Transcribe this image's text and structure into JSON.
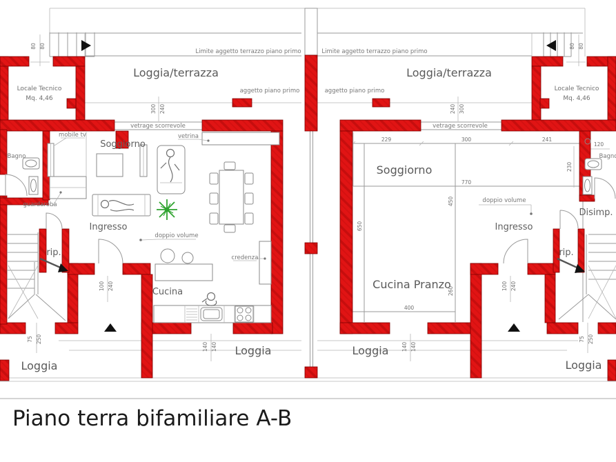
{
  "title": "Piano terra bifamiliare A-B",
  "colors": {
    "wall_red": "#e11414",
    "wall_streak": "#c60e0e",
    "line_gray": "#9a9a9a",
    "label_gray": "#6b6b6b",
    "plant_green": "#2fa330"
  },
  "annotations": {
    "limite_left": "Limite aggetto terrazzo piano primo",
    "limite_right": "Limite aggetto terrazzo piano primo",
    "aggetto_left": "aggetto  piano primo",
    "aggetto_right": "aggetto  piano primo",
    "vetrage_left": "vetrage scorrevole",
    "vetrage_right": "vetrage scorrevole",
    "doppio_left": "doppio volume",
    "doppio_right": "doppio volume",
    "mobile_tv": "mobile tv",
    "vetrina": "vetrina",
    "credenza": "credenza"
  },
  "rooms": {
    "loggia_terrazza_left": "Loggia/terrazza",
    "loggia_terrazza_right": "Loggia/terrazza",
    "locale_tecnico_left_name": "Locale Tecnico",
    "locale_tecnico_left_area": "Mq. 4,46",
    "locale_tecnico_right_name": "Locale Tecnico",
    "locale_tecnico_right_area": "Mq. 4,46",
    "soggiorno_left": "Soggiorno",
    "soggiorno_right": "Soggiorno",
    "bagno_left": "Bagno",
    "bagno_right": "Bagno",
    "guardaroba": "guardaroba",
    "ingresso_left": "Ingresso",
    "ingresso_right": "Ingresso",
    "rip_left": "rip.",
    "rip_right": "rip.",
    "cucina": "Cucina",
    "cucina_pranzo": "Cucina Pranzo",
    "disimp": "Disimp.",
    "loggia_a_center": "Loggia",
    "loggia_a_corner": "Loggia",
    "loggia_b_center": "Loggia",
    "loggia_b_corner": "Loggia"
  },
  "dims": {
    "d80a": "80",
    "d80b": "80",
    "d80c": "80",
    "d80d": "80",
    "d300_left": "300",
    "d240_left": "240",
    "d240_right": "240",
    "d300_right": "300",
    "d229": "229",
    "d300t": "300",
    "d241": "241",
    "d120": "120",
    "d230": "230",
    "d770": "770",
    "d450": "450",
    "d650": "650",
    "d260": "260",
    "d400": "400",
    "d100_left": "100",
    "d240b_left": "240",
    "d100_right": "100",
    "d240b_right": "240",
    "d140a_left": "140",
    "d140b_left": "140",
    "d140a_right": "140",
    "d140b_right": "140",
    "d75_left": "75",
    "d250_left": "250",
    "d75_right": "75",
    "d250_right": "250"
  }
}
